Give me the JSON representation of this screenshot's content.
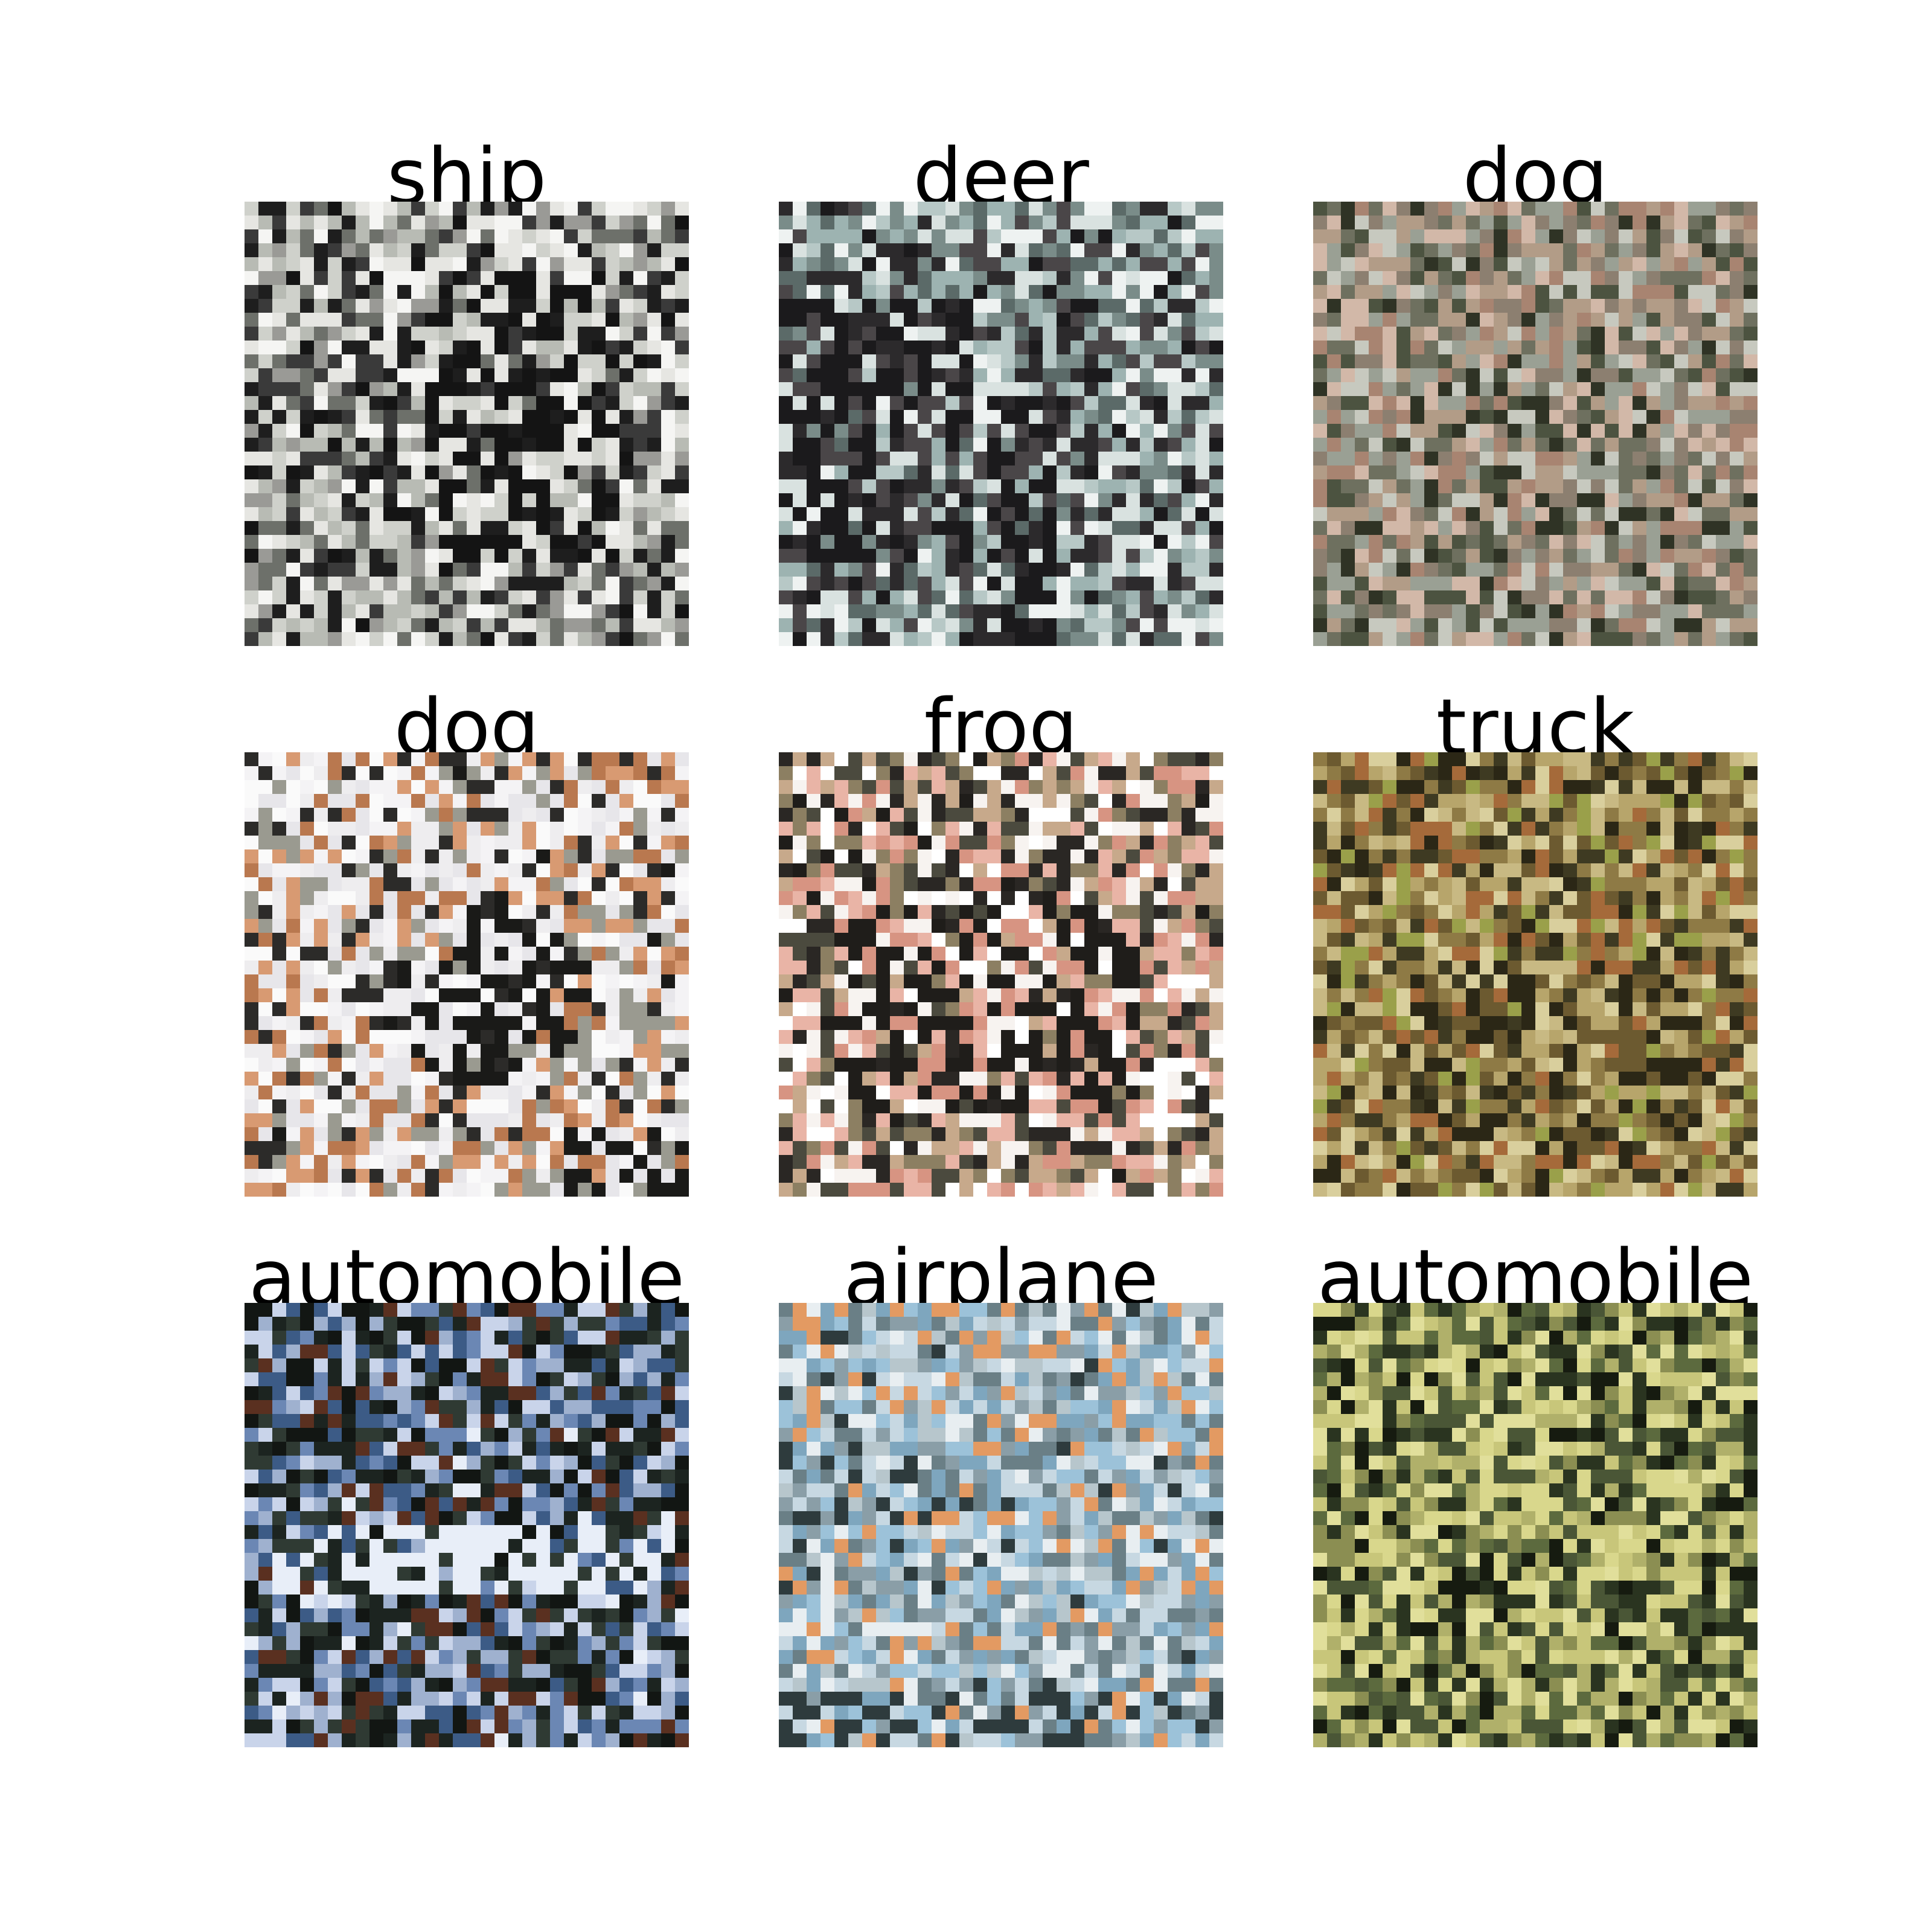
{
  "samples": [
    {
      "label": "ship",
      "palette": [
        "#e6e6e2",
        "#cfd1cb",
        "#1e1e1e",
        "#3a3a3a",
        "#9a9a96",
        "#b8bbb4",
        "#6d706a",
        "#f5f5f3"
      ],
      "base": "#d6d7d2",
      "accent": "#141414"
    },
    {
      "label": "deer",
      "palette": [
        "#2c2a2c",
        "#4a4648",
        "#d9e2e0",
        "#9db3b1",
        "#7a8c89",
        "#b7c8c6",
        "#5b6a68",
        "#eef2f1"
      ],
      "base": "#b9c7c4",
      "accent": "#1b1a1c"
    },
    {
      "label": "dog",
      "palette": [
        "#8c7f70",
        "#b29c87",
        "#9aa094",
        "#c7c9bf",
        "#6e705f",
        "#d2b8a8",
        "#4c5340",
        "#a88471"
      ],
      "base": "#a5a498",
      "accent": "#2f3325"
    },
    {
      "label": "dog",
      "palette": [
        "#f4f3f5",
        "#eeedef",
        "#e7e6ea",
        "#b9784f",
        "#2c2b29",
        "#9a9a90",
        "#d89a72",
        "#fafafa"
      ],
      "base": "#f3f2f4",
      "accent": "#1a1a18"
    },
    {
      "label": "frog",
      "palette": [
        "#f7f3f0",
        "#e9b4a6",
        "#d79482",
        "#2a2724",
        "#4b4a3e",
        "#c7a98b",
        "#ffffff",
        "#8c7f62"
      ],
      "base": "#f6efea",
      "accent": "#1f1d1a"
    },
    {
      "label": "truck",
      "palette": [
        "#b7a56b",
        "#8e7a45",
        "#6c5a30",
        "#c8b983",
        "#3e3a22",
        "#9aa04a",
        "#d9cf9d",
        "#a56a3a"
      ],
      "base": "#a5985f",
      "accent": "#2b2716"
    },
    {
      "label": "automobile",
      "palette": [
        "#1c2420",
        "#2f3a33",
        "#3c5b86",
        "#c9d4ea",
        "#6b87b4",
        "#5a3020",
        "#9fb1cf",
        "#121613"
      ],
      "base": "#26302a",
      "accent": "#e8eef8"
    },
    {
      "label": "airplane",
      "palette": [
        "#9cc2d9",
        "#7ea6be",
        "#c7d8e2",
        "#e39a62",
        "#8a9ea7",
        "#b7c6cc",
        "#6a7f86",
        "#e8eef1"
      ],
      "base": "#a9c1cd",
      "accent": "#2e3b3d"
    },
    {
      "label": "automobile",
      "palette": [
        "#2a3420",
        "#4a5636",
        "#c8c67a",
        "#b0b06a",
        "#8b8e52",
        "#e1df9b",
        "#5c6a3e",
        "#161b10"
      ],
      "base": "#5a6540",
      "accent": "#d9d78c"
    }
  ]
}
